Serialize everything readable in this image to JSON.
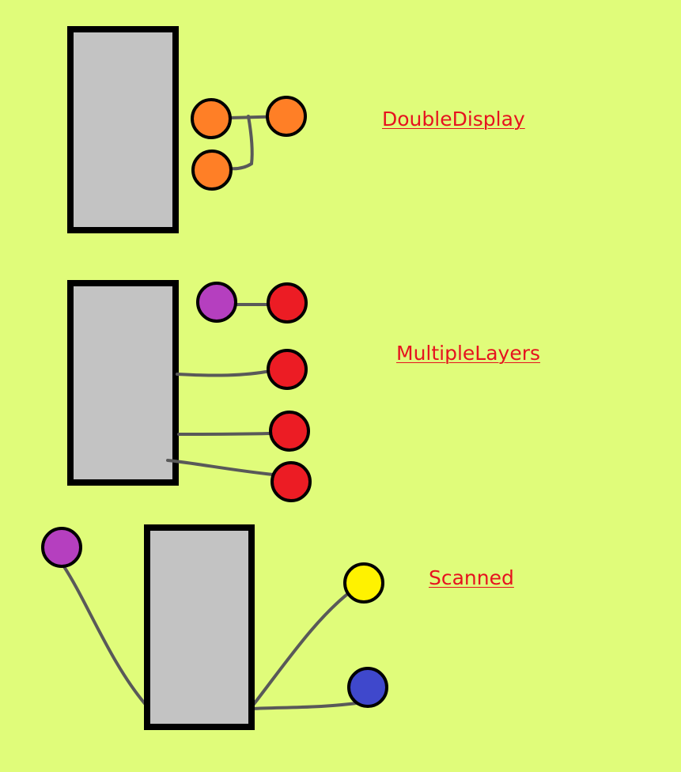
{
  "colors": {
    "background": "#e0fc7a",
    "device_fill": "#c3c3c3",
    "outline": "#000000",
    "connector": "#595959",
    "link_text": "#e6121f",
    "orange": "#ff7f26",
    "purple": "#b53fbf",
    "red": "#ec1c24",
    "yellow": "#fff200",
    "blue": "#3f48cc"
  },
  "sections": {
    "double_display": {
      "label": "DoubleDisplay"
    },
    "multiple_layers": {
      "label": "MultipleLayers"
    },
    "scanned": {
      "label": "Scanned"
    }
  }
}
